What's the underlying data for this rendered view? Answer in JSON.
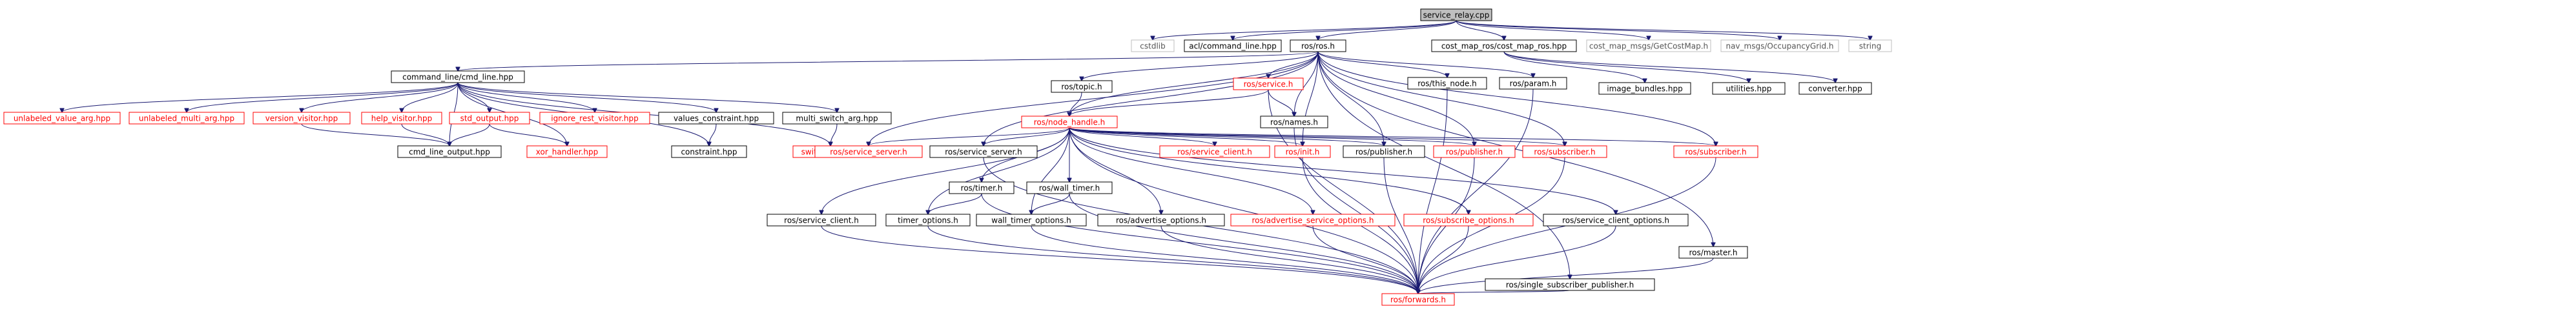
{
  "colors": {
    "edge": "#191970",
    "root_fill": "#bfbfbf",
    "normal_border": "#000000",
    "missing_border": "#ff0000",
    "external_border": "#bfbfbf",
    "normal_text": "#000000",
    "missing_text": "#ff0000",
    "external_text": "#555555"
  },
  "nodes": [
    {
      "id": "service_relay_cpp",
      "label": "service_relay.cpp",
      "kind": "root"
    },
    {
      "id": "cstdlib",
      "label": "cstdlib",
      "kind": "external"
    },
    {
      "id": "acl_command_line",
      "label": "acl/command_line.hpp",
      "kind": "normal"
    },
    {
      "id": "ros_ros_h",
      "label": "ros/ros.h",
      "kind": "normal"
    },
    {
      "id": "cost_map_ros",
      "label": "cost_map_ros/cost_map_ros.hpp",
      "kind": "normal"
    },
    {
      "id": "get_cost_map",
      "label": "cost_map_msgs/GetCostMap.h",
      "kind": "external"
    },
    {
      "id": "occupancy_grid",
      "label": "nav_msgs/OccupancyGrid.h",
      "kind": "external"
    },
    {
      "id": "string",
      "label": "string",
      "kind": "external"
    },
    {
      "id": "cmd_line",
      "label": "command_line/cmd_line.hpp",
      "kind": "normal"
    },
    {
      "id": "ros_topic",
      "label": "ros/topic.h",
      "kind": "normal"
    },
    {
      "id": "ros_service",
      "label": "ros/service.h",
      "kind": "missing"
    },
    {
      "id": "ros_this_node",
      "label": "ros/this_node.h",
      "kind": "normal"
    },
    {
      "id": "ros_param",
      "label": "ros/param.h",
      "kind": "normal"
    },
    {
      "id": "image_bundles",
      "label": "image_bundles.hpp",
      "kind": "normal"
    },
    {
      "id": "utilities",
      "label": "utilities.hpp",
      "kind": "normal"
    },
    {
      "id": "converter",
      "label": "converter.hpp",
      "kind": "normal"
    },
    {
      "id": "unlabeled_value_arg",
      "label": "unlabeled_value_arg.hpp",
      "kind": "missing"
    },
    {
      "id": "unlabeled_multi_arg",
      "label": "unlabeled_multi_arg.hpp",
      "kind": "missing"
    },
    {
      "id": "version_visitor",
      "label": "version_visitor.hpp",
      "kind": "missing"
    },
    {
      "id": "help_visitor",
      "label": "help_visitor.hpp",
      "kind": "missing"
    },
    {
      "id": "std_output",
      "label": "std_output.hpp",
      "kind": "missing"
    },
    {
      "id": "ignore_rest_visitor",
      "label": "ignore_rest_visitor.hpp",
      "kind": "missing"
    },
    {
      "id": "values_constraint",
      "label": "values_constraint.hpp",
      "kind": "normal"
    },
    {
      "id": "multi_switch_arg",
      "label": "multi_switch_arg.hpp",
      "kind": "normal"
    },
    {
      "id": "ros_node_handle",
      "label": "ros/node_handle.h",
      "kind": "missing"
    },
    {
      "id": "ros_names",
      "label": "ros/names.h",
      "kind": "normal"
    },
    {
      "id": "cmd_line_output",
      "label": "cmd_line_output.hpp",
      "kind": "normal"
    },
    {
      "id": "xor_handler",
      "label": "xor_handler.hpp",
      "kind": "missing"
    },
    {
      "id": "constraint",
      "label": "constraint.hpp",
      "kind": "normal"
    },
    {
      "id": "switch_arg",
      "label": "switch_arg.hpp",
      "kind": "missing"
    },
    {
      "id": "ros_service_server_red",
      "label": "ros/service_server.h",
      "kind": "missing"
    },
    {
      "id": "ros_service_server",
      "label": "ros/service_server.h",
      "kind": "normal"
    },
    {
      "id": "ros_timer",
      "label": "ros/timer.h",
      "kind": "normal"
    },
    {
      "id": "ros_wall_timer",
      "label": "ros/wall_timer.h",
      "kind": "normal"
    },
    {
      "id": "ros_service_client_red",
      "label": "ros/service_client.h",
      "kind": "missing"
    },
    {
      "id": "ros_init",
      "label": "ros/init.h",
      "kind": "missing"
    },
    {
      "id": "ros_publisher",
      "label": "ros/publisher.h",
      "kind": "normal"
    },
    {
      "id": "ros_publisher_red",
      "label": "ros/publisher.h",
      "kind": "missing"
    },
    {
      "id": "ros_subscriber_red",
      "label": "ros/subscriber.h",
      "kind": "missing"
    },
    {
      "id": "ros_subscriber_red2",
      "label": "ros/subscriber.h",
      "kind": "missing"
    },
    {
      "id": "ros_service_client",
      "label": "ros/service_client.h",
      "kind": "normal"
    },
    {
      "id": "timer_options",
      "label": "timer_options.h",
      "kind": "normal"
    },
    {
      "id": "wall_timer_options",
      "label": "wall_timer_options.h",
      "kind": "normal"
    },
    {
      "id": "ros_advertise_options",
      "label": "ros/advertise_options.h",
      "kind": "normal"
    },
    {
      "id": "ros_advertise_service_options",
      "label": "ros/advertise_service_options.h",
      "kind": "missing"
    },
    {
      "id": "ros_subscribe_options",
      "label": "ros/subscribe_options.h",
      "kind": "missing"
    },
    {
      "id": "ros_service_client_options",
      "label": "ros/service_client_options.h",
      "kind": "normal"
    },
    {
      "id": "ros_single_subscriber_publisher",
      "label": "ros/single_subscriber_publisher.h",
      "kind": "normal"
    },
    {
      "id": "ros_master",
      "label": "ros/master.h",
      "kind": "normal"
    },
    {
      "id": "ros_forwards",
      "label": "ros/forwards.h",
      "kind": "missing"
    }
  ],
  "edges": [
    [
      "service_relay_cpp",
      "cstdlib"
    ],
    [
      "service_relay_cpp",
      "acl_command_line"
    ],
    [
      "service_relay_cpp",
      "ros_ros_h"
    ],
    [
      "service_relay_cpp",
      "cost_map_ros"
    ],
    [
      "service_relay_cpp",
      "get_cost_map"
    ],
    [
      "service_relay_cpp",
      "occupancy_grid"
    ],
    [
      "service_relay_cpp",
      "string"
    ],
    [
      "ros_ros_h",
      "cmd_line"
    ],
    [
      "ros_ros_h",
      "ros_topic"
    ],
    [
      "ros_ros_h",
      "ros_service"
    ],
    [
      "ros_ros_h",
      "ros_this_node"
    ],
    [
      "ros_ros_h",
      "ros_param"
    ],
    [
      "ros_ros_h",
      "ros_names"
    ],
    [
      "ros_ros_h",
      "ros_node_handle"
    ],
    [
      "ros_ros_h",
      "ros_publisher"
    ],
    [
      "ros_ros_h",
      "ros_publisher_red"
    ],
    [
      "ros_ros_h",
      "ros_subscriber_red"
    ],
    [
      "ros_ros_h",
      "ros_subscriber_red2"
    ],
    [
      "ros_ros_h",
      "ros_service_server"
    ],
    [
      "ros_ros_h",
      "ros_service_server_red"
    ],
    [
      "ros_ros_h",
      "ros_init"
    ],
    [
      "ros_ros_h",
      "ros_master"
    ],
    [
      "ros_ros_h",
      "ros_single_subscriber_publisher"
    ],
    [
      "cost_map_ros",
      "image_bundles"
    ],
    [
      "cost_map_ros",
      "utilities"
    ],
    [
      "cost_map_ros",
      "converter"
    ],
    [
      "cmd_line",
      "unlabeled_value_arg"
    ],
    [
      "cmd_line",
      "unlabeled_multi_arg"
    ],
    [
      "cmd_line",
      "version_visitor"
    ],
    [
      "cmd_line",
      "help_visitor"
    ],
    [
      "cmd_line",
      "std_output"
    ],
    [
      "cmd_line",
      "ignore_rest_visitor"
    ],
    [
      "cmd_line",
      "values_constraint"
    ],
    [
      "cmd_line",
      "multi_switch_arg"
    ],
    [
      "cmd_line",
      "cmd_line_output"
    ],
    [
      "cmd_line",
      "xor_handler"
    ],
    [
      "cmd_line",
      "constraint"
    ],
    [
      "cmd_line",
      "switch_arg"
    ],
    [
      "version_visitor",
      "cmd_line_output"
    ],
    [
      "help_visitor",
      "cmd_line_output"
    ],
    [
      "std_output",
      "cmd_line_output"
    ],
    [
      "std_output",
      "xor_handler"
    ],
    [
      "values_constraint",
      "constraint"
    ],
    [
      "multi_switch_arg",
      "switch_arg"
    ],
    [
      "ros_topic",
      "ros_node_handle"
    ],
    [
      "ros_service",
      "ros_node_handle"
    ],
    [
      "ros_service",
      "ros_names"
    ],
    [
      "ros_service",
      "ros_forwards"
    ],
    [
      "ros_this_node",
      "ros_forwards"
    ],
    [
      "ros_param",
      "ros_forwards"
    ],
    [
      "ros_names",
      "ros_forwards"
    ],
    [
      "ros_node_handle",
      "ros_service_server_red"
    ],
    [
      "ros_node_handle",
      "ros_service_server"
    ],
    [
      "ros_node_handle",
      "ros_timer"
    ],
    [
      "ros_node_handle",
      "ros_wall_timer"
    ],
    [
      "ros_node_handle",
      "ros_service_client_red"
    ],
    [
      "ros_node_handle",
      "ros_init"
    ],
    [
      "ros_node_handle",
      "ros_publisher"
    ],
    [
      "ros_node_handle",
      "ros_publisher_red"
    ],
    [
      "ros_node_handle",
      "ros_subscriber_red"
    ],
    [
      "ros_node_handle",
      "ros_subscriber_red2"
    ],
    [
      "ros_node_handle",
      "ros_service_client"
    ],
    [
      "ros_node_handle",
      "timer_options"
    ],
    [
      "ros_node_handle",
      "wall_timer_options"
    ],
    [
      "ros_node_handle",
      "ros_advertise_options"
    ],
    [
      "ros_node_handle",
      "ros_advertise_service_options"
    ],
    [
      "ros_node_handle",
      "ros_subscribe_options"
    ],
    [
      "ros_node_handle",
      "ros_service_client_options"
    ],
    [
      "ros_node_handle",
      "ros_forwards"
    ],
    [
      "ros_service_server",
      "ros_forwards"
    ],
    [
      "ros_timer",
      "ros_forwards"
    ],
    [
      "ros_timer",
      "timer_options"
    ],
    [
      "ros_wall_timer",
      "wall_timer_options"
    ],
    [
      "ros_wall_timer",
      "ros_forwards"
    ],
    [
      "ros_init",
      "ros_forwards"
    ],
    [
      "ros_publisher",
      "ros_forwards"
    ],
    [
      "ros_publisher_red",
      "ros_forwards"
    ],
    [
      "ros_subscriber_red",
      "ros_forwards"
    ],
    [
      "ros_subscriber_red2",
      "ros_forwards"
    ],
    [
      "ros_service_client",
      "ros_forwards"
    ],
    [
      "timer_options",
      "ros_forwards"
    ],
    [
      "wall_timer_options",
      "ros_forwards"
    ],
    [
      "ros_advertise_options",
      "ros_forwards"
    ],
    [
      "ros_advertise_service_options",
      "ros_forwards"
    ],
    [
      "ros_subscribe_options",
      "ros_forwards"
    ],
    [
      "ros_service_client_options",
      "ros_forwards"
    ],
    [
      "ros_single_subscriber_publisher",
      "ros_forwards"
    ],
    [
      "ros_master",
      "ros_forwards"
    ]
  ]
}
